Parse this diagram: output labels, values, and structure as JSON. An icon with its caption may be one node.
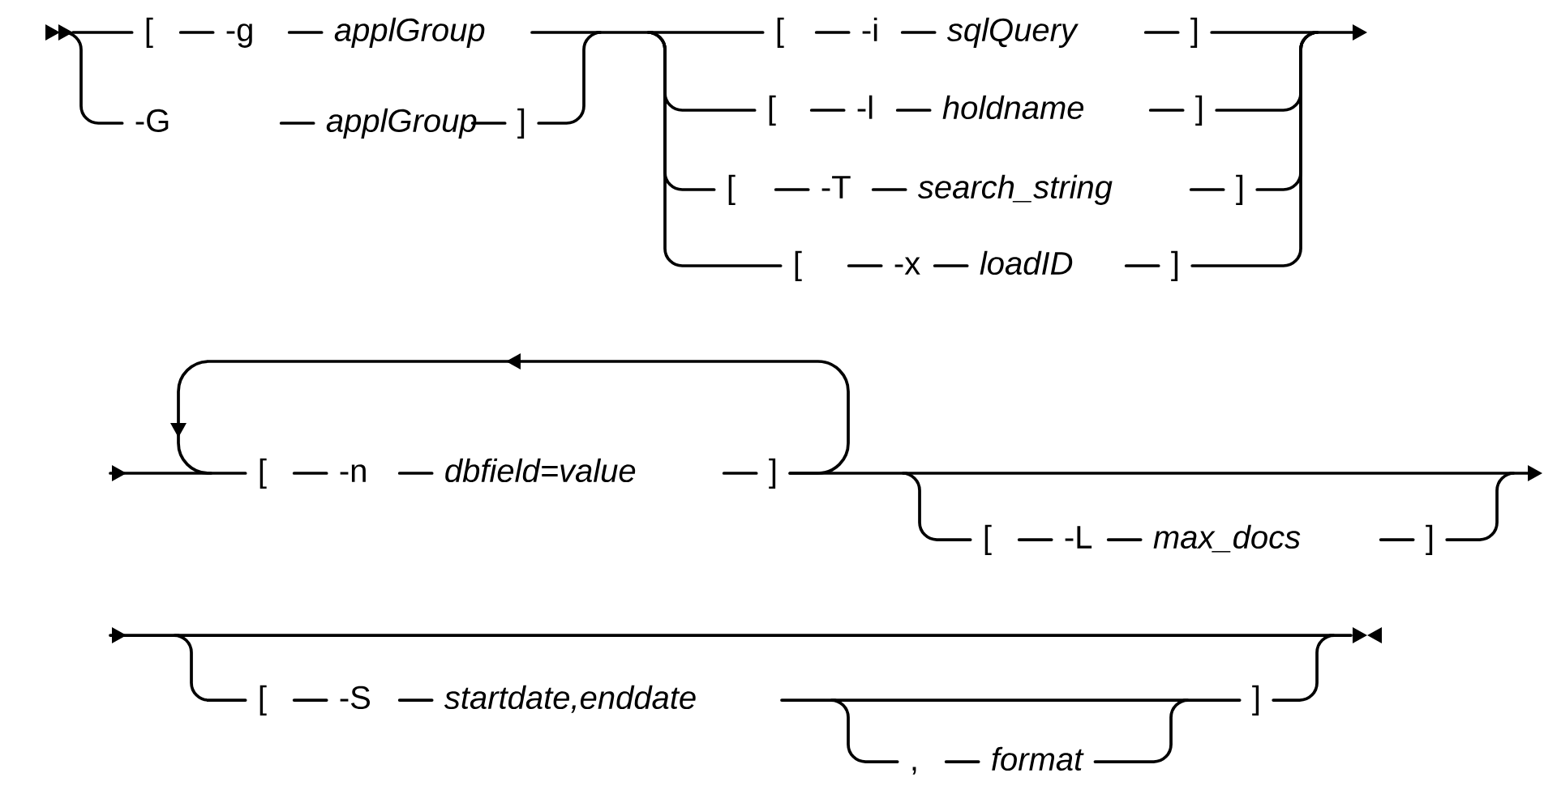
{
  "diagram": {
    "labels": [
      "[",
      "-g",
      "applGroup",
      "-G",
      "applGroup",
      "]",
      "[",
      "-i",
      "sqlQuery",
      "]",
      "[",
      "-l",
      "holdname",
      "]",
      "[",
      "-T",
      "search_string",
      "]",
      "[",
      "-x",
      "loadID",
      "]",
      "[",
      "-n",
      "dbfield=value",
      "]",
      "[",
      "-L",
      "max_docs",
      "]",
      "[",
      "-S",
      "startdate,enddate",
      ",",
      "format",
      "]"
    ]
  }
}
